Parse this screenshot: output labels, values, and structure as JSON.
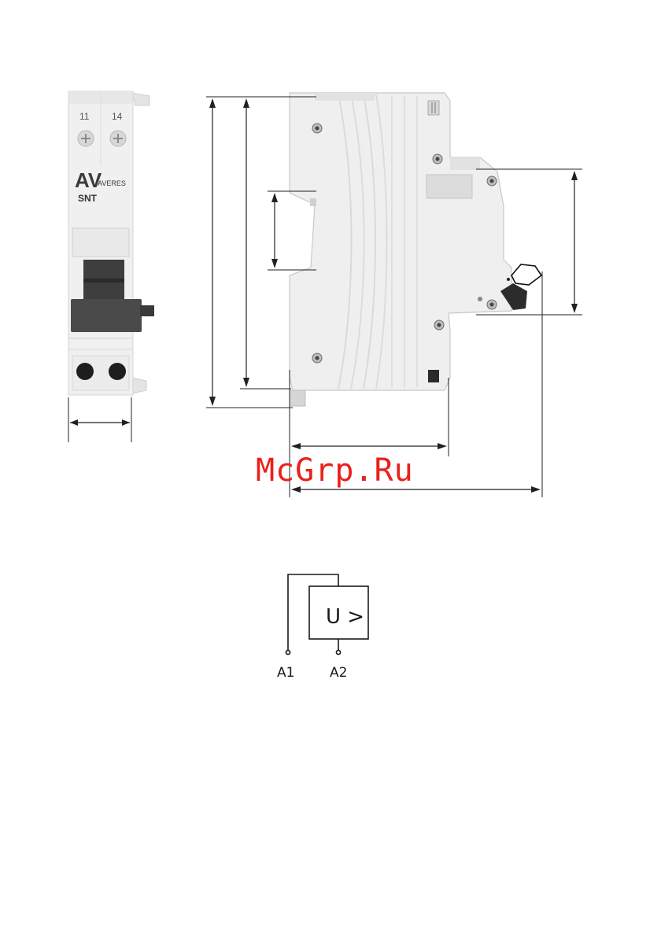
{
  "front_view": {
    "terminal_top_left": "11",
    "terminal_top_right": "14",
    "logo_text": "AVERES",
    "model_label": "SNT"
  },
  "schematic": {
    "symbol_label": "U >",
    "pin_a1": "A1",
    "pin_a2": "A2"
  },
  "watermark": {
    "text": "McGrp.Ru",
    "color": "#e8211c"
  }
}
